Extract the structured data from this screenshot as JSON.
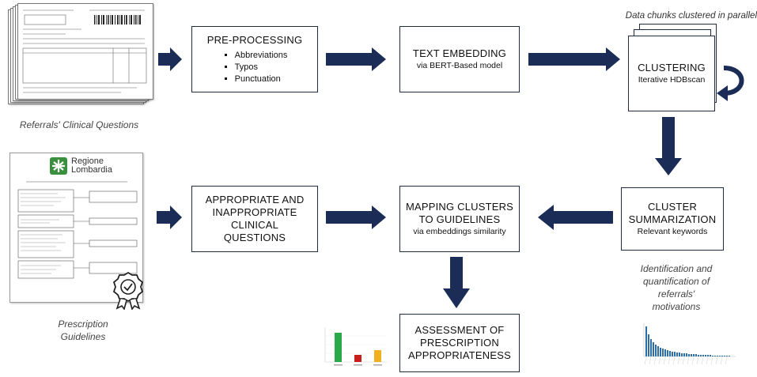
{
  "nodes": {
    "preprocessing": {
      "title": "PRE-PROCESSING",
      "items": [
        "Abbreviations",
        "Typos",
        "Punctuation"
      ]
    },
    "embedding": {
      "title": "TEXT EMBEDDING",
      "subtitle": "via BERT-Based model"
    },
    "clustering": {
      "title": "CLUSTERING",
      "subtitle": "Iterative HDBscan"
    },
    "summarization": {
      "title_line1": "CLUSTER",
      "title_line2": "SUMMARIZATION",
      "subtitle": "Relevant keywords"
    },
    "mapping": {
      "title_line1": "MAPPING CLUSTERS",
      "title_line2": "TO GUIDELINES",
      "subtitle": "via embeddings similarity"
    },
    "appropriate": {
      "line1": "APPROPRIATE AND",
      "line2": "INAPPROPRIATE",
      "line3": "CLINICAL",
      "line4": "QUESTIONS"
    },
    "assessment": {
      "line1": "ASSESSMENT OF",
      "line2": "PRESCRIPTION",
      "line3": "APPROPRIATENESS"
    }
  },
  "captions": {
    "referrals": "Referrals' Clinical Questions",
    "parallel": "Data chunks clustered in parallel",
    "guidelines_line1": "Prescription",
    "guidelines_line2": "Guidelines",
    "motivations_line1": "Identification and",
    "motivations_line2": "quantification of",
    "motivations_line3": "referrals'",
    "motivations_line4": "motivations"
  },
  "guideline_doc": {
    "logo_line1": "Regione",
    "logo_line2": "Lombardia"
  },
  "colors": {
    "arrow": "#1b2d56",
    "box_border": "#1f2a44",
    "logo_green": "#3a8f3f"
  }
}
